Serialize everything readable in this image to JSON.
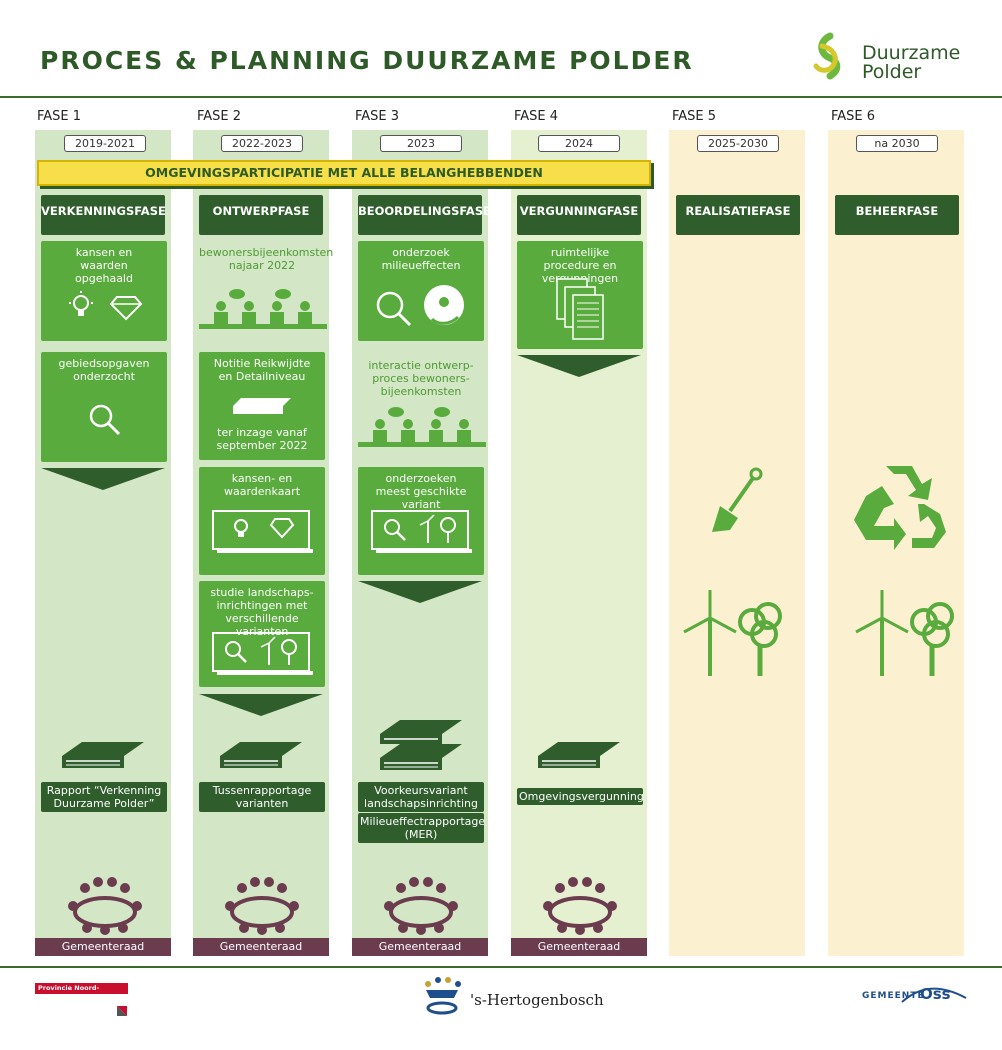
{
  "title": "PROCES & PLANNING DUURZAME POLDER",
  "logo": {
    "line1": "Duurzame",
    "line2": "Polder"
  },
  "banner": "OMGEVINGSPARTICIPATIE MET ALLE BELANGHEBBENDEN",
  "columns": [
    {
      "fase": "FASE 1",
      "years": "2019-2021",
      "phase": "VERKENNINGSFASE"
    },
    {
      "fase": "FASE 2",
      "years": "2022-2023",
      "phase": "ONTWERPFASE"
    },
    {
      "fase": "FASE 3",
      "years": "2023",
      "phase": "BEOORDELINGSFASE"
    },
    {
      "fase": "FASE 4",
      "years": "2024",
      "phase": "VERGUNNINGFASE"
    },
    {
      "fase": "FASE 5",
      "years": "2025-2030",
      "phase": "REALISATIEFASE"
    },
    {
      "fase": "FASE 6",
      "years": "na 2030",
      "phase": "BEHEERFASE"
    }
  ],
  "cards": {
    "c1a": "kansen en waarden opgehaald",
    "c1b": "gebiedsopgaven onderzocht",
    "c2a": "bewonersbijeenkomsten najaar 2022",
    "c2b1": "Notitie Reikwijdte en Detailniveau",
    "c2b2": "ter inzage vanaf september 2022",
    "c2c": "kansen- en waardenkaart",
    "c2d": "studie landschaps-inrichtingen met verschillende varianten",
    "c3a": "onderzoek milieueffecten",
    "c3b": "interactie ontwerp-proces bewoners-bijeenkomsten",
    "c3c": "onderzoeken meest geschikte variant",
    "c4a": "ruimtelijke procedure en vergunningen"
  },
  "reports": {
    "r1": "Rapport “Verkenning Duurzame Polder”",
    "r2": "Tussenrapportage varianten",
    "r3a": "Voorkeursvariant landschapsinrichting",
    "r3b": "Milieueffectrapportage (MER)",
    "r4": "Omgevingsvergunning"
  },
  "council": "Gemeenteraad",
  "footer": {
    "provincie": "Provincie Noord-Brabant",
    "hertogenbosch": "'s-Hertogenbosch",
    "gemeente": "GEMEENTE",
    "oss": "Oss"
  },
  "colors": {
    "dark_green": "#2f5e2c",
    "card_green": "#58ab3c",
    "light_green": "#d3e7c6",
    "pale_yellow": "#fbf1d0",
    "banner_yellow": "#f7df4a",
    "council": "#6b3b4e"
  }
}
